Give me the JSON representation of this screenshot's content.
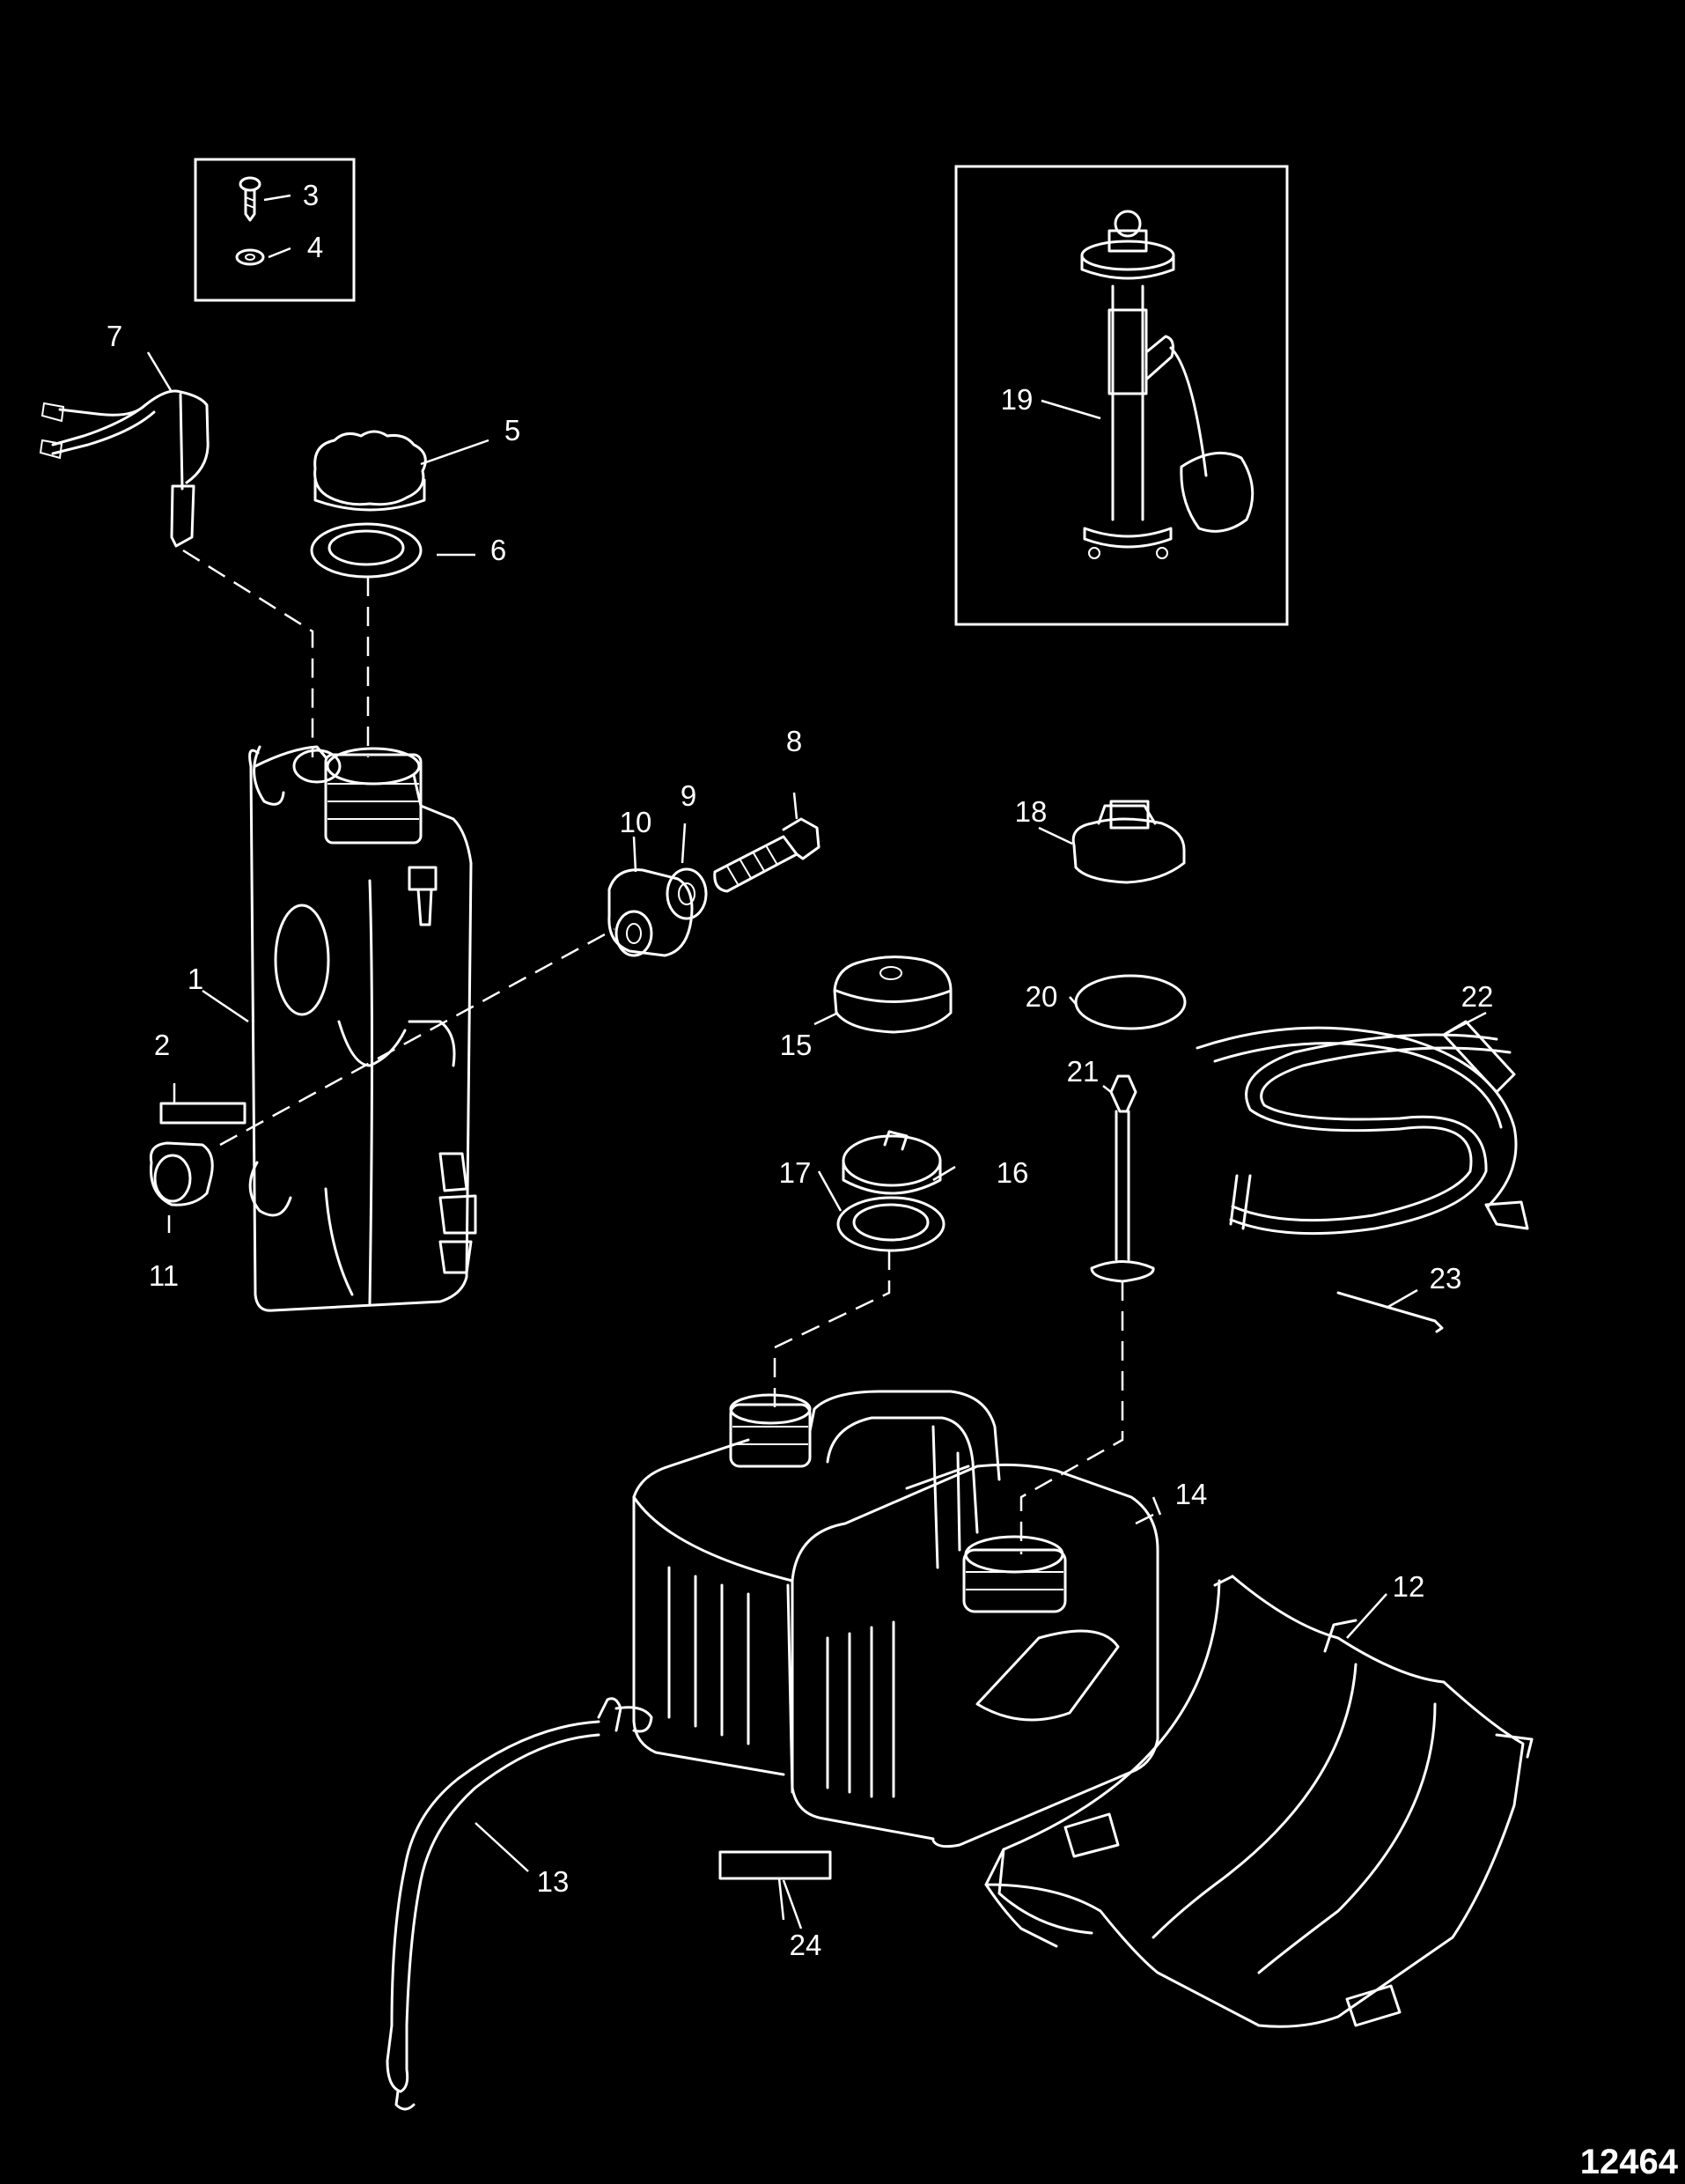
{
  "figure_number": "12464",
  "callouts": [
    "1",
    "2",
    "3",
    "4",
    "5",
    "6",
    "7",
    "8",
    "9",
    "10",
    "11",
    "12",
    "13",
    "14",
    "15",
    "16",
    "17",
    "18",
    "19",
    "20",
    "21",
    "22",
    "23",
    "24"
  ]
}
